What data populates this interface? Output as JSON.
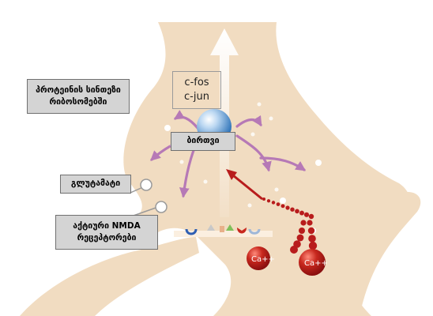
{
  "labels": {
    "protein_synthesis": [
      "პროტეინის სინთეზი",
      "რიბოსომებში"
    ],
    "nucleus": "ბირთვი",
    "glutamate": "გლუტამატი",
    "nmda_receptors": [
      "აქტიური NMDA",
      "რეცეპტორები"
    ]
  },
  "genes": [
    "c-fos",
    "c-jun"
  ],
  "ions": [
    "Ca++",
    "Ca++"
  ],
  "colors": {
    "cell": "#f1dcc1",
    "arrow_purple": "#b679b6",
    "calcium_red": "#b81c1c",
    "nucleus_blue": "#3d86c9",
    "label_bg": "#d4d4d4"
  }
}
